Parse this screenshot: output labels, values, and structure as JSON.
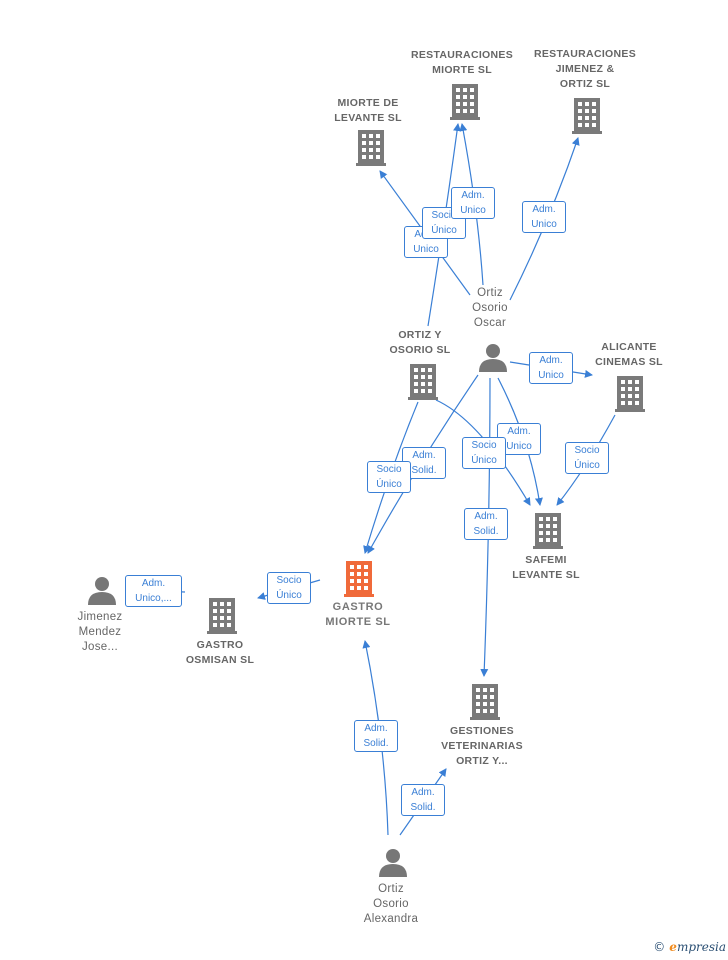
{
  "colors": {
    "edge": "#3a7fd5",
    "company_icon": "#7a7a7a",
    "main_company_icon": "#f06a3a",
    "person_icon": "#777777"
  },
  "nodes": {
    "restauraciones_miorte": "RESTAURACIONES\nMIORTE  SL",
    "restauraciones_jimenez": "RESTAURACIONES\nJIMENEZ &\nORTIZ  SL",
    "miorte_levante": "MIORTE DE\nLEVANTE  SL",
    "ortiz_osorio_oscar": "Ortiz\nOsorio\nOscar",
    "ortiz_y_osorio": "ORTIZ Y\nOSORIO  SL",
    "alicante_cinemas": "ALICANTE\nCINEMAS  SL",
    "safemi_levante": "SAFEMI\nLEVANTE SL",
    "gastro_miorte": "GASTRO\nMIORTE  SL",
    "gastro_osmisan": "GASTRO\nOSMISAN  SL",
    "jimenez_mendez": "Jimenez\nMendez\nJose...",
    "gestiones_veterinarias": "GESTIONES\nVETERINARIAS\nORTIZ Y...",
    "ortiz_osorio_alexandra": "Ortiz\nOsorio\nAlexandra"
  },
  "edge_labels": {
    "e1": "Adm.\nUnico",
    "e2": "Socio\nÚnico",
    "e3": "Adm.\nUnico",
    "e4": "Adm.\nUnico",
    "e5": "Adm.\nUnico",
    "e6": "Socio\nÚnico",
    "e7": "Adm.\nUnico",
    "e8": "Socio\nÚnico",
    "e9": "Adm.\nSolid.",
    "e10": "Socio\nÚnico",
    "e11": "Adm.\nSolid.",
    "e12": "Socio\nÚnico",
    "e13": "Adm.\nUnico,...",
    "e14": "Adm.\nSolid.",
    "e15": "Adm.\nSolid."
  },
  "footer": {
    "copyright": "©",
    "brand_initial": "e",
    "brand_rest": "mpresia"
  }
}
